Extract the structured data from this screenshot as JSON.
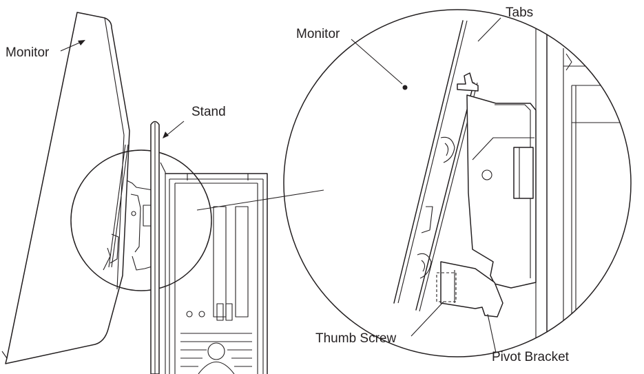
{
  "labels": {
    "monitor_left": "Monitor",
    "stand": "Stand",
    "monitor_detail": "Monitor",
    "tabs": "Tabs",
    "thumb_screw": "Thumb Screw",
    "pivot_bracket": "Pivot Bracket"
  },
  "style": {
    "line_color": "#231f20",
    "background": "#ffffff"
  }
}
